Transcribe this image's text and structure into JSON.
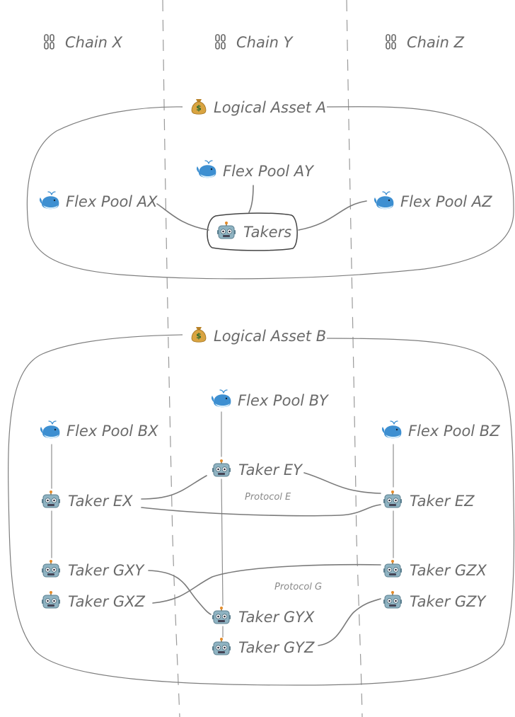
{
  "chains": {
    "x": "Chain X",
    "y": "Chain Y",
    "z": "Chain Z"
  },
  "icons": {
    "chain": "chain-link-icon",
    "asset": "money-bag-icon",
    "pool": "whale-icon",
    "taker": "robot-icon"
  },
  "asset_a": {
    "title": "Logical Asset A",
    "pool_ax": "Flex Pool AX",
    "pool_ay": "Flex Pool AY",
    "pool_az": "Flex Pool AZ",
    "takers": "Takers"
  },
  "asset_b": {
    "title": "Logical Asset B",
    "pool_bx": "Flex Pool BX",
    "pool_by": "Flex Pool BY",
    "pool_bz": "Flex Pool BZ",
    "taker_ex": "Taker EX",
    "taker_ey": "Taker EY",
    "taker_ez": "Taker EZ",
    "taker_gxy": "Taker GXY",
    "taker_gxz": "Taker GXZ",
    "taker_gyx": "Taker GYX",
    "taker_gyz": "Taker GYZ",
    "taker_gzx": "Taker GZX",
    "taker_gzy": "Taker GZY",
    "protocol_e": "Protocol E",
    "protocol_g": "Protocol G"
  },
  "colors": {
    "line": "#7a7a7a",
    "text": "#6a6a6a",
    "whale": "#3d8fd1",
    "robot": "#6b9bb0",
    "bag": "#c9953a"
  }
}
